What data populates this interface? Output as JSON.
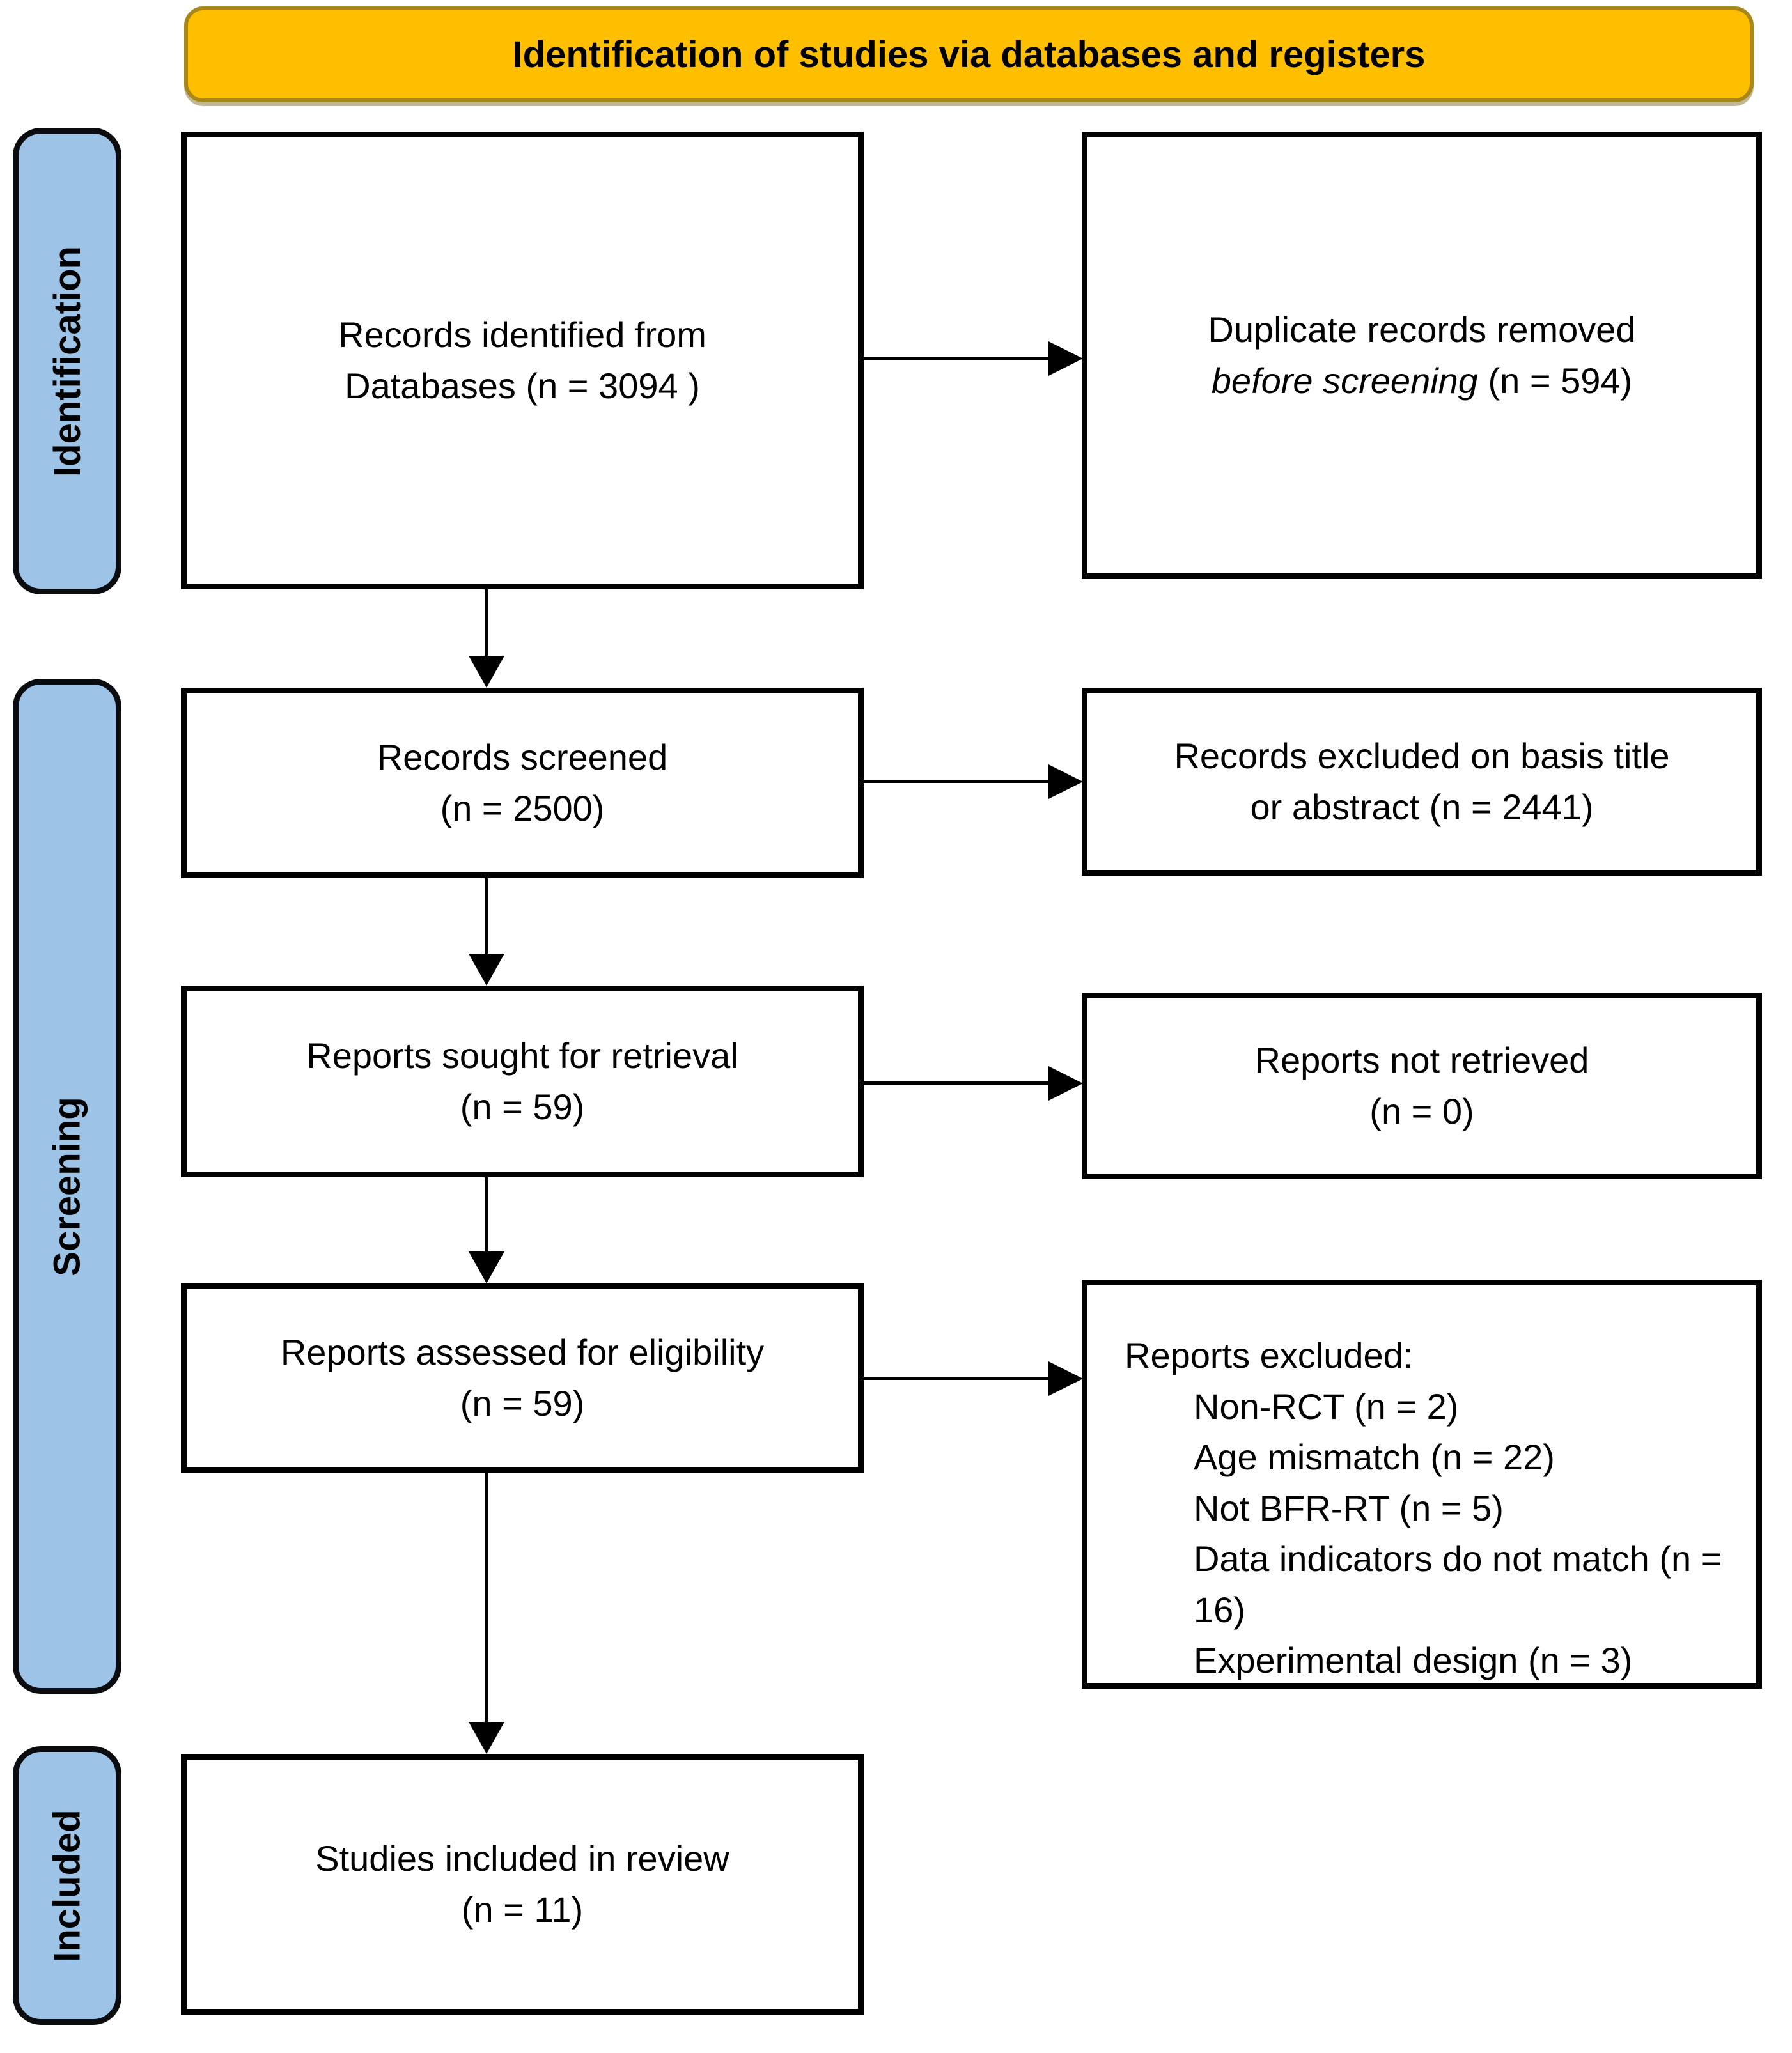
{
  "header": {
    "title": "Identification of studies via databases and registers"
  },
  "sidebar": {
    "stages": [
      {
        "label": "Identification"
      },
      {
        "label": "Screening"
      },
      {
        "label": "Included"
      }
    ]
  },
  "boxes": {
    "records_identified": {
      "line1": "Records identified from",
      "line2": "Databases (n = 3094 )"
    },
    "duplicates_removed": {
      "line1": "Duplicate records removed",
      "italic_part": "before screening",
      "rest": " (n = 594)"
    },
    "records_screened": {
      "line1": "Records screened",
      "line2": "(n = 2500)"
    },
    "records_excluded": {
      "line1": "Records excluded on basis title",
      "line2": "or abstract (n = 2441)"
    },
    "reports_sought": {
      "line1": "Reports sought for retrieval",
      "line2": "(n = 59)"
    },
    "reports_not_retrieved": {
      "line1": "Reports not retrieved",
      "line2": "(n = 0)"
    },
    "reports_assessed": {
      "line1": "Reports assessed for eligibility",
      "line2": "(n = 59)"
    },
    "reports_excluded": {
      "title": "Reports excluded:",
      "items": [
        "Non-RCT (n = 2)",
        "Age mismatch (n = 22)",
        "Not BFR-RT (n = 5)",
        "Data indicators do not match (n = 16)",
        "Experimental design (n = 3)"
      ]
    },
    "studies_included": {
      "line1": "Studies included in review",
      "line2": "(n = 11)"
    }
  },
  "colors": {
    "header_bg": "#FDBF00",
    "header_border": "#A8871A",
    "stage_bg": "#9DC3E6",
    "box_border": "#000000",
    "arrow": "#000000"
  }
}
